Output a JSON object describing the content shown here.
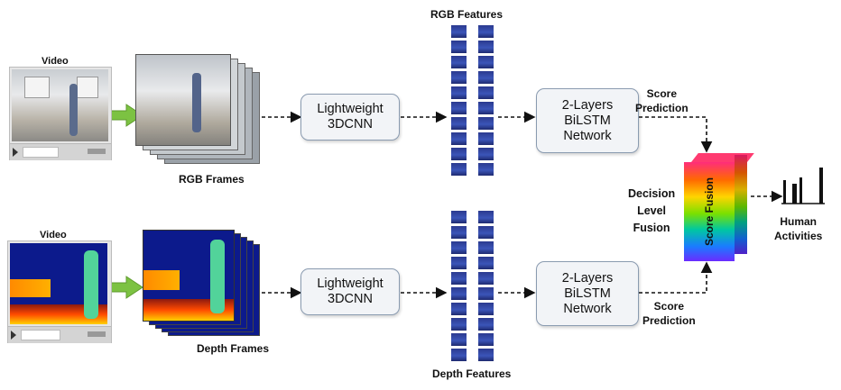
{
  "rgb": {
    "video_label": "Video",
    "frames_label": "RGB Frames",
    "cnn_line1": "Lightweight",
    "cnn_line2": "3DCNN",
    "features_label": "RGB Features",
    "lstm_line1": "2-Layers",
    "lstm_line2": "BiLSTM",
    "lstm_line3": "Network",
    "score_line1": "Score",
    "score_line2": "Prediction"
  },
  "depth": {
    "video_label": "Video",
    "frames_label": "Depth Frames",
    "cnn_line1": "Lightweight",
    "cnn_line2": "3DCNN",
    "features_label": "Depth Features",
    "lstm_line1": "2-Layers",
    "lstm_line2": "BiLSTM",
    "lstm_line3": "Network",
    "score_line1": "Score",
    "score_line2": "Prediction"
  },
  "fusion": {
    "decision_line1": "Decision",
    "decision_line2": "Level",
    "decision_line3": "Fusion",
    "block_label": "Score Fusion"
  },
  "output": {
    "line1": "Human",
    "line2": "Activities"
  },
  "colors": {
    "arrow_green": "#7cc242",
    "feature_dark": "#1e2a78",
    "depth_background": "#0c1a8c",
    "depth_person": "#52d39a"
  }
}
